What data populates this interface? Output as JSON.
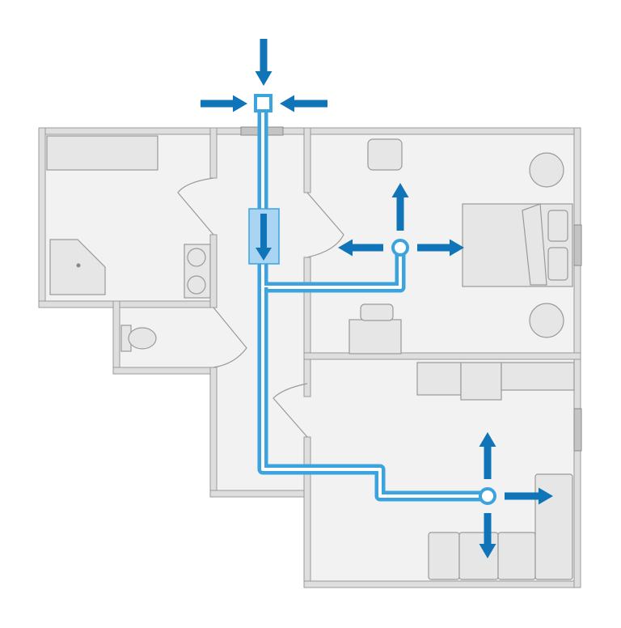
{
  "diagram": {
    "type": "floor-plan-airflow",
    "colors": {
      "airflow_arrow": "#0f75b8",
      "duct": "#3ba3de",
      "filter_box": "#a9d5f2",
      "wall": "#dedede",
      "wall_outline": "#9a9a9a",
      "floor": "#f2f2f2"
    },
    "elements": {
      "intake": "square-intake-vent-icon",
      "filter": "duct-filter-unit",
      "supply_vents": [
        "bedroom-supply-vent-icon",
        "living-room-supply-vent-icon"
      ],
      "rooms": [
        "bathroom",
        "toilet-room",
        "hallway",
        "bedroom",
        "kitchen-living-room"
      ],
      "furniture": [
        "shower-icon",
        "double-sink-icon",
        "toilet-icon",
        "armchair-icon",
        "bed-icon",
        "nightstand-icon",
        "desk-printer-icon",
        "kitchen-sink-icon",
        "stove-icon",
        "sofa-icon",
        "bathtub-icon"
      ]
    }
  }
}
